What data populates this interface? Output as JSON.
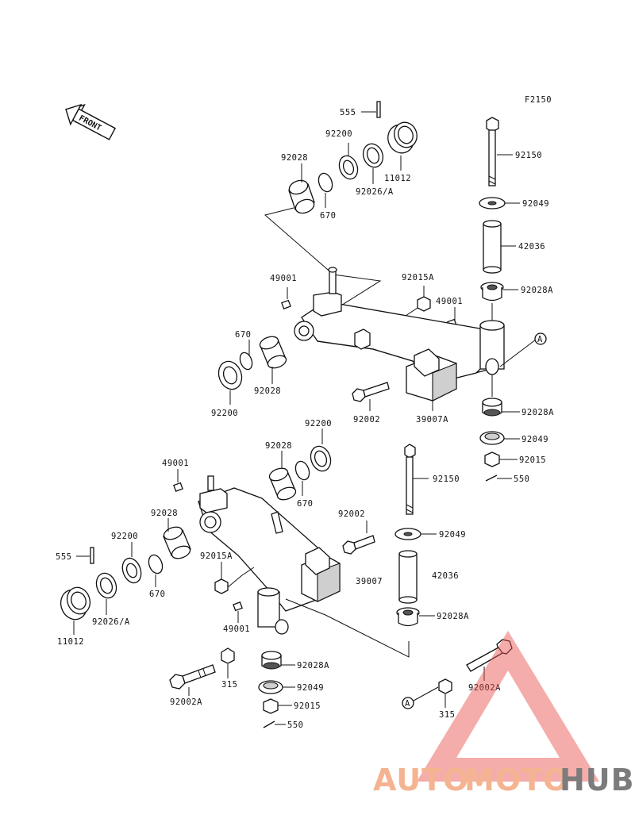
{
  "figure_code": "F2150",
  "front_arrow_text": "FRONT",
  "callout_marker": "A",
  "watermark": {
    "auto": "AUTO",
    "moto": "MOTO",
    "hub": "HUB",
    "color_light": "#f3a87e",
    "color_dark": "#666666",
    "triangle_color": "#e8504a"
  },
  "labels": {
    "upper": [
      "555",
      "92200",
      "11012",
      "92026/A",
      "92028",
      "670",
      "92150",
      "92049",
      "42036",
      "92028A",
      "49001",
      "92015A",
      "49001",
      "670",
      "92028",
      "92200",
      "92002",
      "39007A",
      "92028A",
      "92049",
      "92015",
      "550"
    ],
    "lower": [
      "92200",
      "92028",
      "49001",
      "670",
      "92028",
      "92002",
      "92150",
      "92049",
      "555",
      "92200",
      "92015A",
      "39007",
      "42036",
      "670",
      "11012",
      "92026/A",
      "49001",
      "92028A",
      "92028A",
      "92049",
      "315",
      "92002A",
      "92015",
      "550",
      "92002A",
      "315",
      "A"
    ]
  }
}
